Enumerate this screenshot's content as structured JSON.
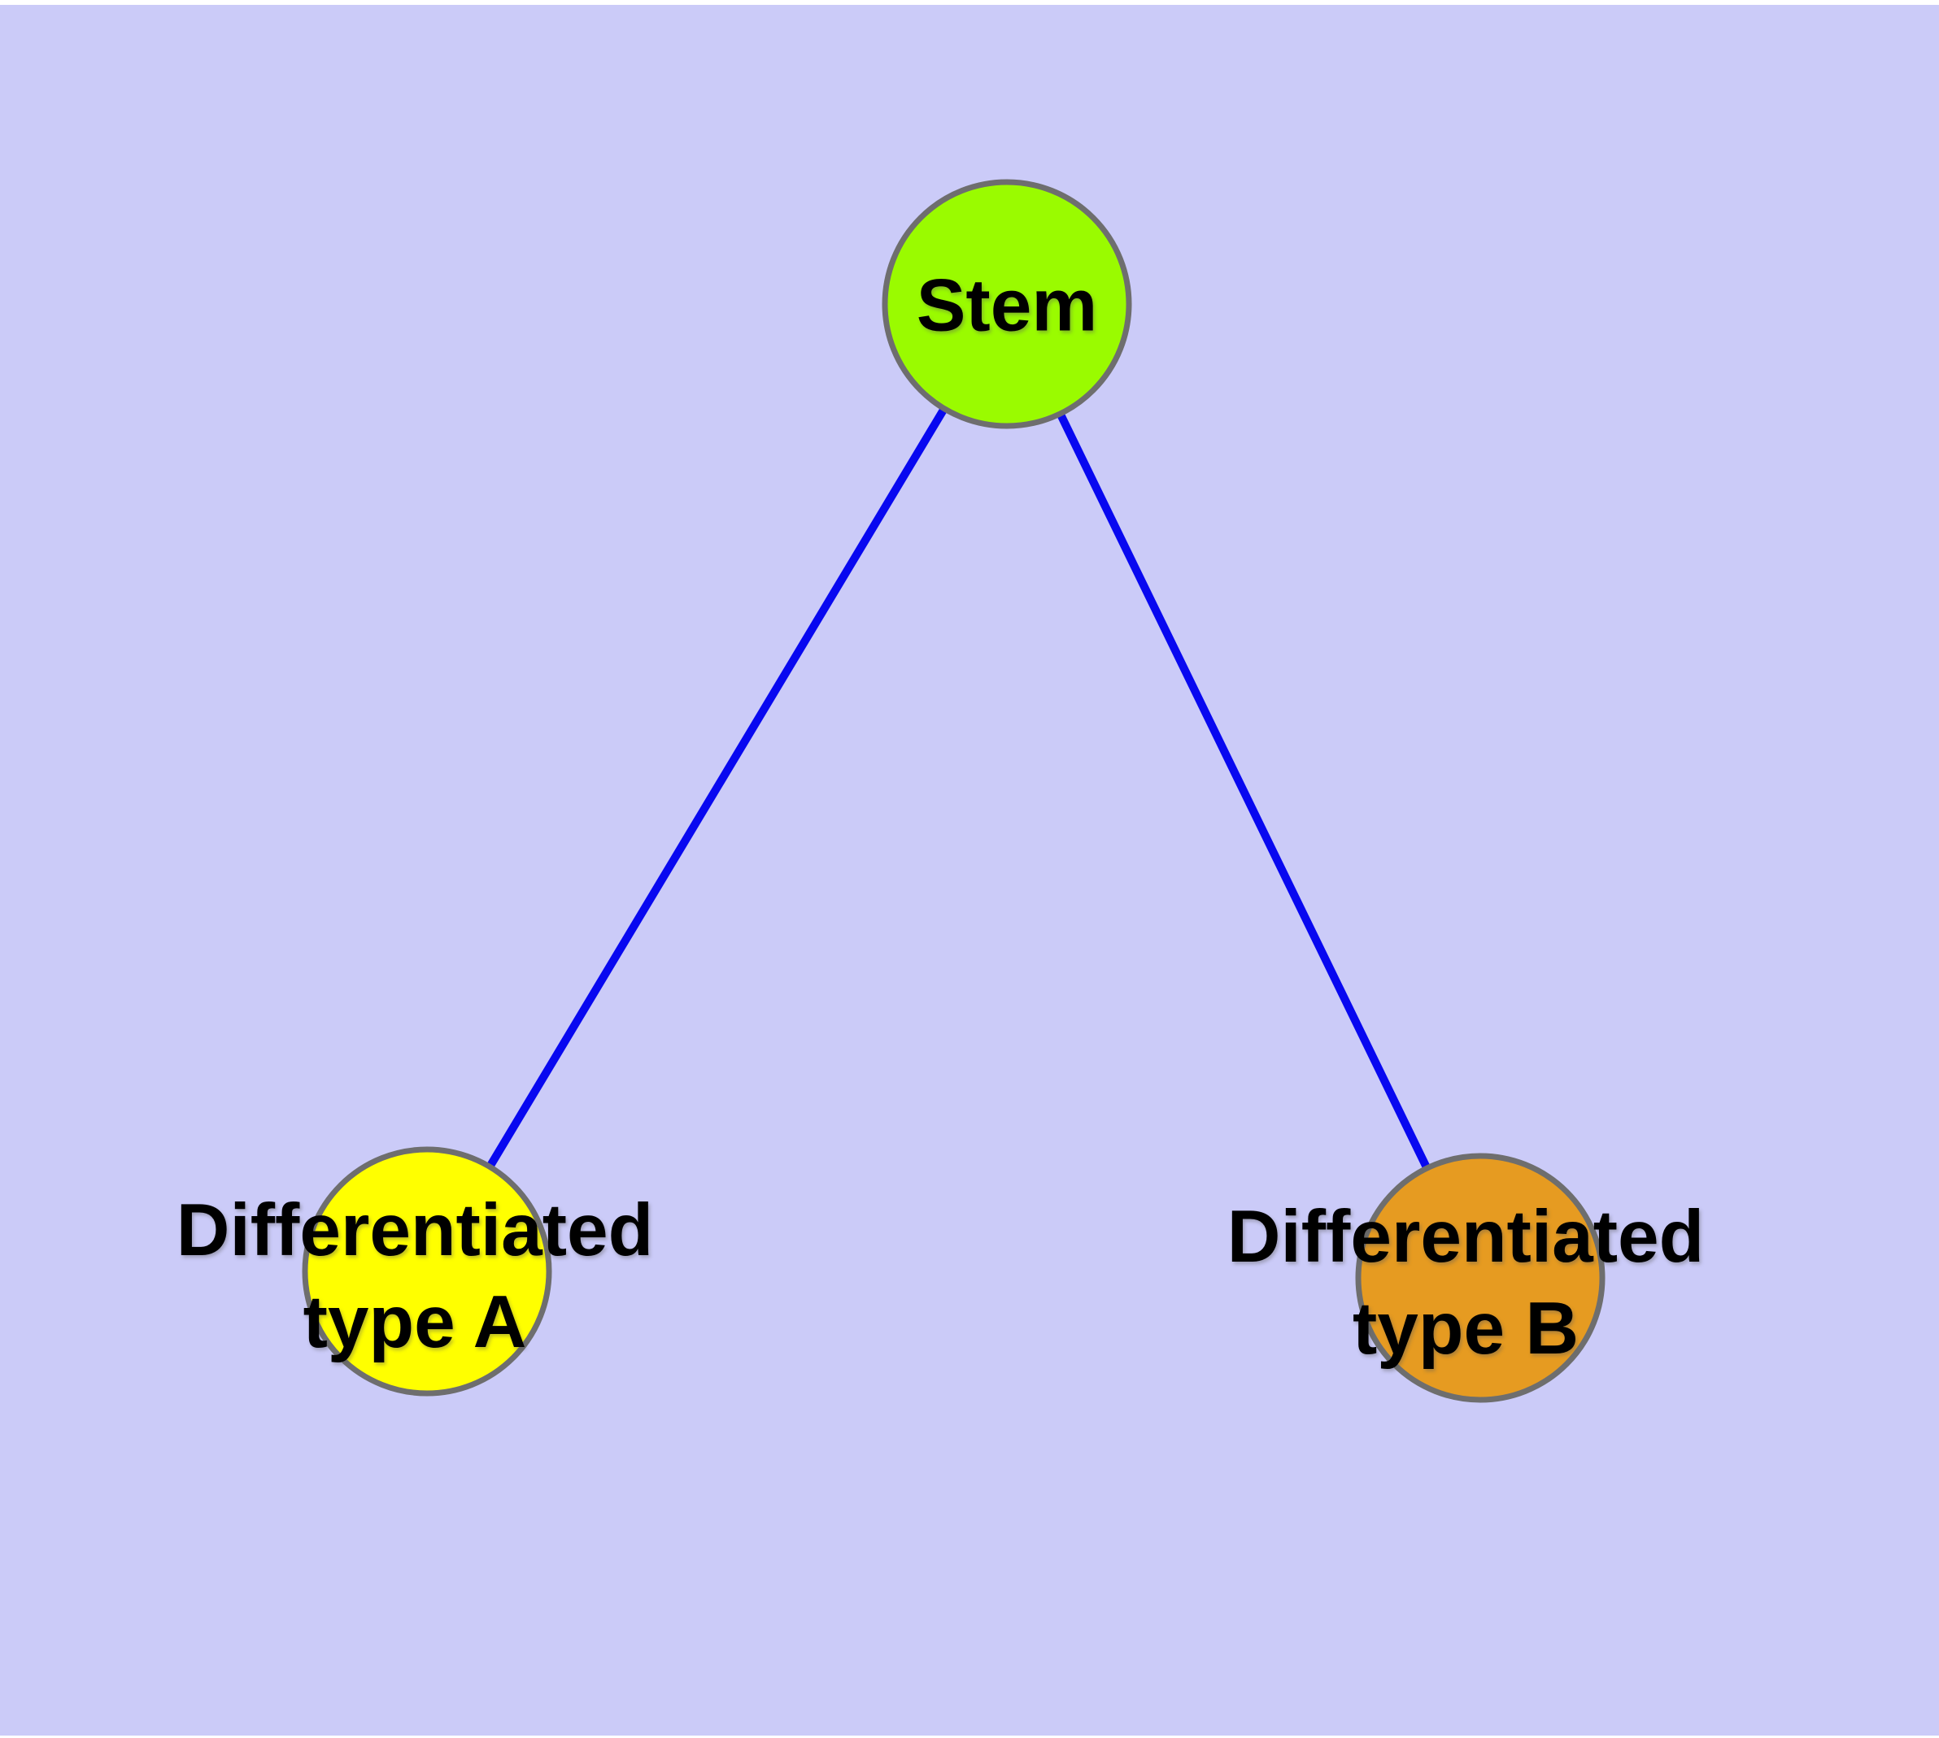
{
  "canvas": {
    "page_color": "#FFFFFF",
    "plot_background_color": "#CBCBF8"
  },
  "graph": {
    "type": "tree-diagram",
    "text_color": "#000000",
    "node_border_color": "#6E6E6E",
    "edge_color": "#0808F0",
    "nodes": [
      {
        "id": "stem",
        "label": "Stem",
        "label_line1": "Stem",
        "label_line2": "",
        "color": "#9AFB00"
      },
      {
        "id": "type_a",
        "label": "Differentiated type A",
        "label_line1": "Differentiated",
        "label_line2": "type A",
        "color": "#FFFF00"
      },
      {
        "id": "type_b",
        "label": "Differentiated type B",
        "label_line1": "Differentiated",
        "label_line2": "type B",
        "color": "#E69B21"
      }
    ],
    "edges": [
      {
        "from": "Stem",
        "to": "Differentiated type A"
      },
      {
        "from": "Stem",
        "to": "Differentiated type B"
      }
    ]
  }
}
